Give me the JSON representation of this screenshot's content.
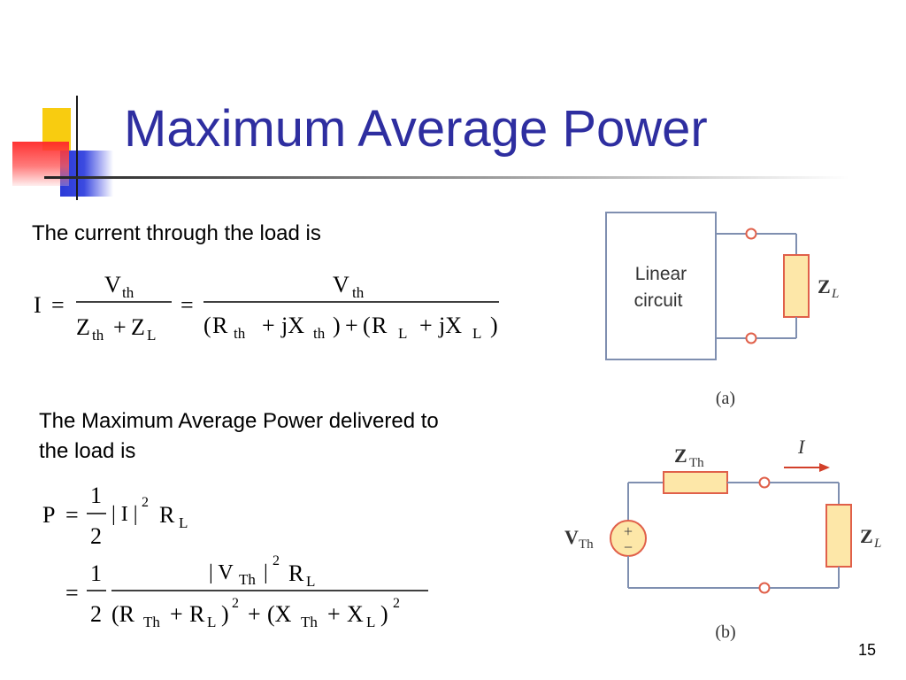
{
  "slide": {
    "title": "Maximum Average Power",
    "page_number": "15"
  },
  "text": {
    "current_intro": "The current through the load is",
    "power_intro_line1": "The Maximum Average Power delivered to",
    "power_intro_line2": "the load is"
  },
  "eq1": {
    "I": "I",
    "eq": "=",
    "V": "V",
    "th": "th",
    "Z": "Z",
    "L": "L",
    "plus": "+",
    "lparen": "(",
    "rparen": ")",
    "R": "R",
    "jX": "jX"
  },
  "eq2": {
    "P": "P",
    "eq": "=",
    "one": "1",
    "two": "2",
    "absI": "| I |",
    "sq": "2",
    "R": "R",
    "L": "L",
    "absV_left": "| V",
    "Th": "Th",
    "bar": "|",
    "plus": "+",
    "lpR": "(R",
    "lpX": "(X",
    "rparen": ")",
    "X": "X"
  },
  "figure_a": {
    "box_line1": "Linear",
    "box_line2": "circuit",
    "load_label": "Z",
    "load_sub": "L",
    "caption": "(a)"
  },
  "figure_b": {
    "source_label": "V",
    "source_sub": "Th",
    "source_plus": "+",
    "source_minus": "−",
    "series_label": "Z",
    "series_sub": "Th",
    "current_label": "I",
    "load_label": "Z",
    "load_sub": "L",
    "caption": "(b)"
  },
  "colors": {
    "title": "#2e2ea0",
    "wire": "#7f8fb0",
    "resistor_fill": "#fde7a8",
    "resistor_stroke": "#e0604a",
    "arrow": "#d2402a"
  }
}
